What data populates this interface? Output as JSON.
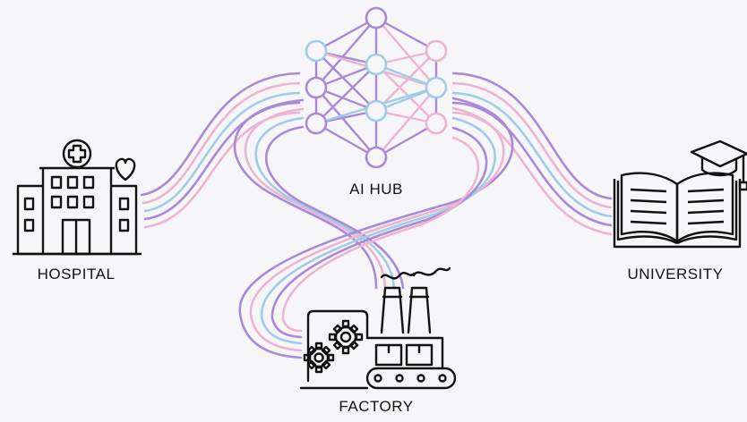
{
  "labels": {
    "hub": "AI HUB",
    "hospital": "HOSPITAL",
    "university": "UNIVERSITY",
    "factory": "FACTORY"
  },
  "colors": {
    "background": "#f6f6f8",
    "ink": "#111111",
    "purple": "#a989d8",
    "pink": "#eeb3d3",
    "blue": "#9fcce6"
  },
  "icons": {
    "hub": "neural-network-icon",
    "hospital": "hospital-icon",
    "university": "open-book-graduation-cap-icon",
    "factory": "factory-conveyor-gears-icon"
  }
}
